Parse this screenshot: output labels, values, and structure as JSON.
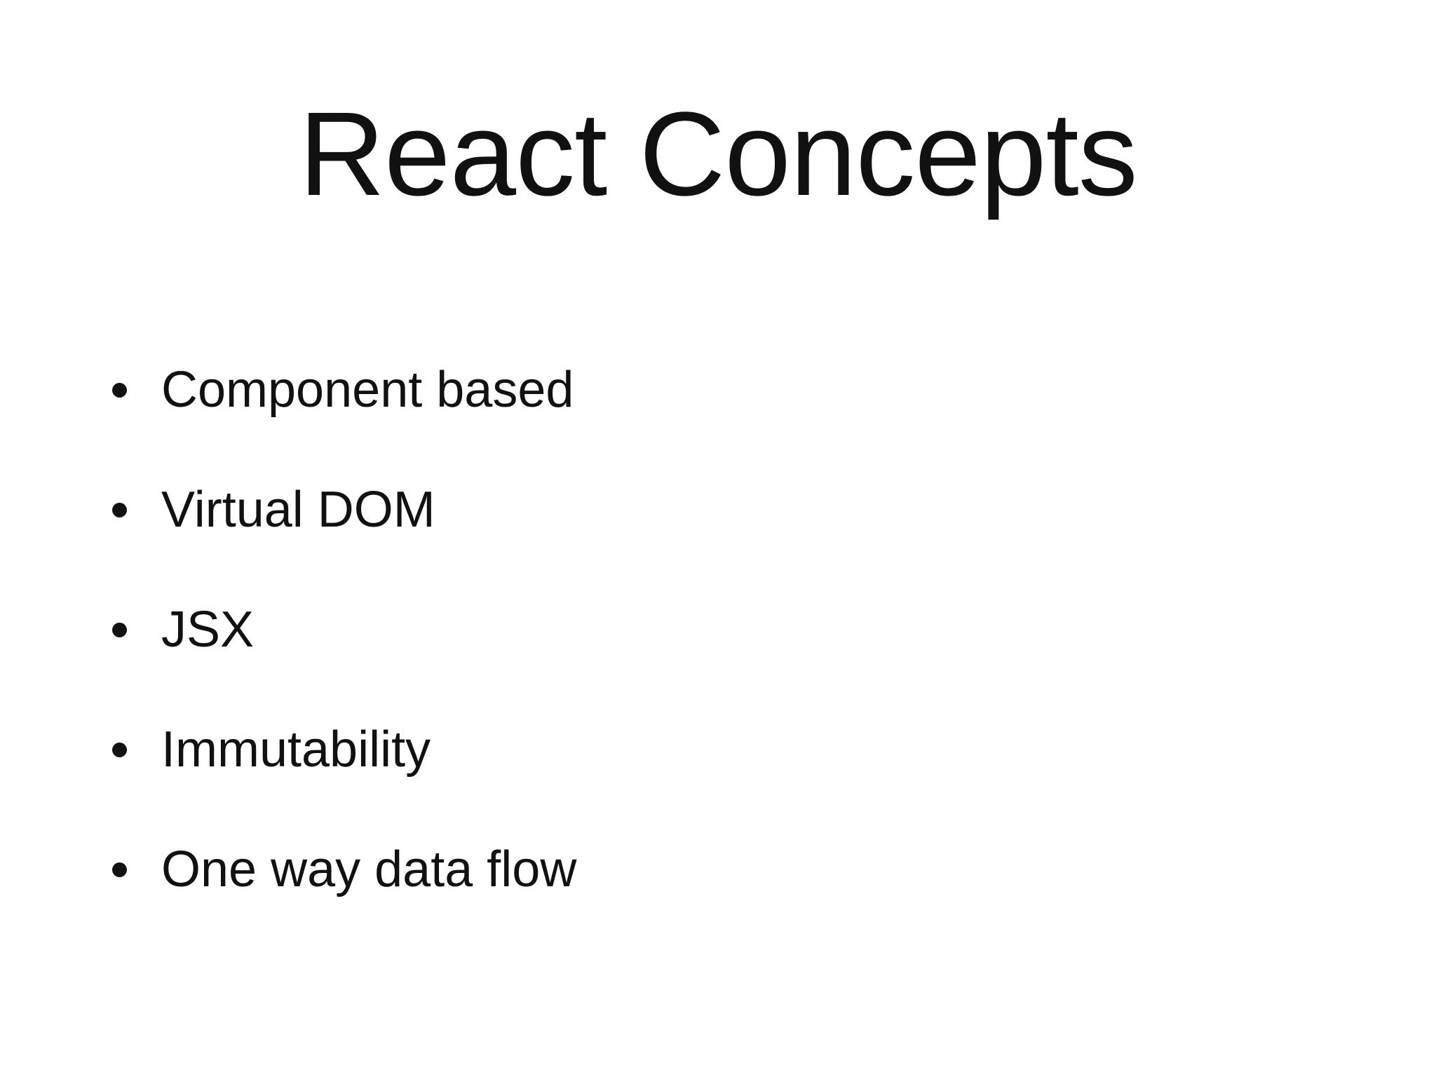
{
  "slide": {
    "title": "React Concepts",
    "bullets": [
      "Component based",
      "Virtual DOM",
      "JSX",
      "Immutability",
      "One way data flow"
    ],
    "colors": {
      "background": "#ffffff",
      "text": "#111111"
    }
  }
}
